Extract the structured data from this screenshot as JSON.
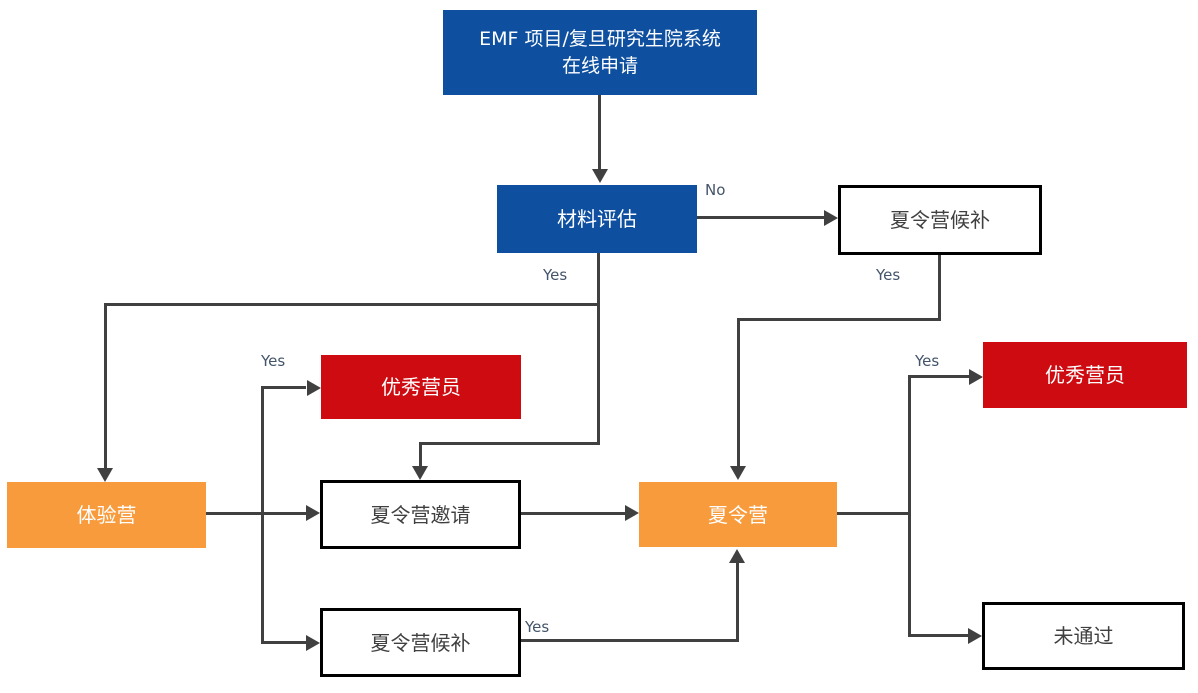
{
  "diagram": {
    "description": "EMF application process flowchart"
  },
  "colors": {
    "process_blue": "#0E4F9F",
    "camp_orange": "#F89B3D",
    "result_red": "#CE0B10",
    "outcome_white": "#FFFFFF",
    "box_border_black": "#000000",
    "connector_gray": "#404040",
    "edge_label_blue_gray": "#44546A",
    "white_box_text": "#404040"
  },
  "nodes": {
    "online_application": {
      "label": "EMF 项目/复旦研究生院系统\n在线申请"
    },
    "material_review": {
      "label": "材料评估"
    },
    "camp_waitlist_top": {
      "label": "夏令营候补"
    },
    "excellent_camper_left": {
      "label": "优秀营员"
    },
    "experience_camp": {
      "label": "体验营"
    },
    "camp_invitation": {
      "label": "夏令营邀请"
    },
    "summer_camp": {
      "label": "夏令营"
    },
    "camp_waitlist_bottom": {
      "label": "夏令营候补"
    },
    "excellent_camper_right": {
      "label": "优秀营员"
    },
    "not_passed": {
      "label": "未通过"
    }
  },
  "edge_labels": {
    "material_review_no": "No",
    "material_review_yes": "Yes",
    "waitlist_top_yes": "Yes",
    "experience_camp_yes": "Yes",
    "waitlist_bottom_yes": "Yes",
    "summer_camp_yes": "Yes"
  }
}
